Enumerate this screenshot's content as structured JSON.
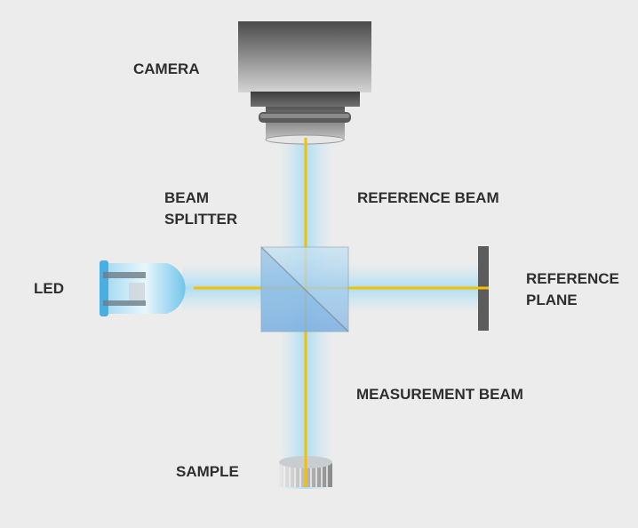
{
  "labels": {
    "camera": "CAMERA",
    "beam_splitter_line1": "BEAM",
    "beam_splitter_line2": "SPLITTER",
    "reference_beam": "REFERENCE BEAM",
    "led": "LED",
    "reference_plane_line1": "REFERENCE",
    "reference_plane_line2": "PLANE",
    "measurement_beam": "MEASUREMENT BEAM",
    "sample": "SAMPLE"
  },
  "colors": {
    "background": "#ececec",
    "beam": "#f2c200",
    "glow": "#a8dcf2",
    "led": "#5bbbe8",
    "text": "#2e2e2e"
  }
}
